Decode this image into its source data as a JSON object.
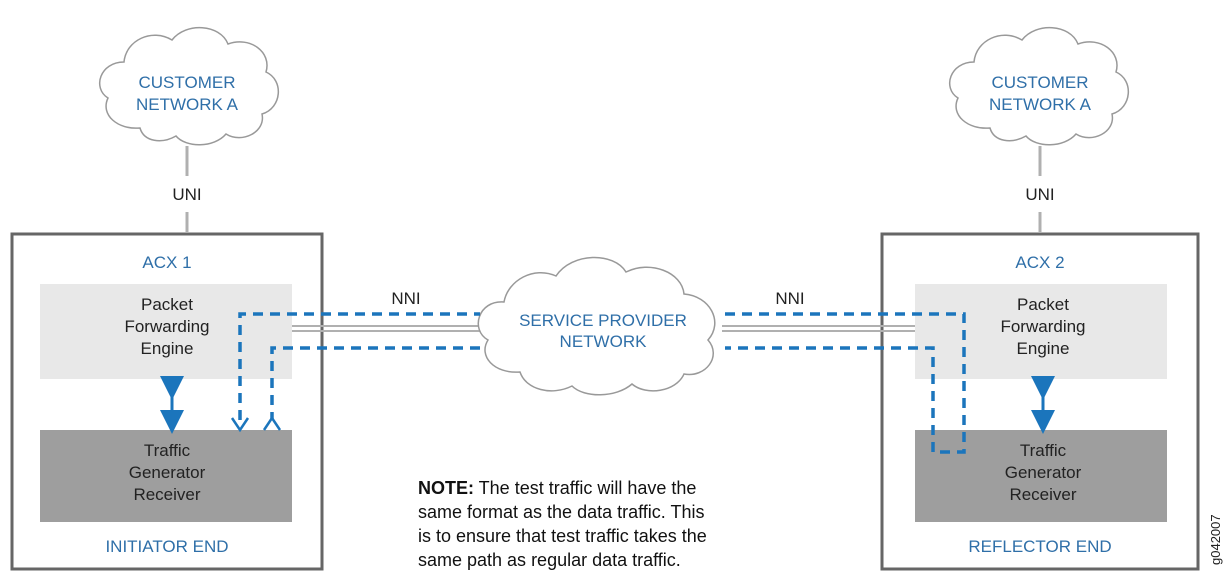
{
  "colors": {
    "accent_text": "#2f6fa8",
    "dashed_path": "#1b75bc",
    "box_border": "#666666",
    "pfe_fill": "#e8e8e8",
    "tgr_fill": "#9e9e9e",
    "cloud_stroke": "#999999",
    "link_line": "#b0b0b0"
  },
  "left_cloud": {
    "line1": "CUSTOMER",
    "line2": "NETWORK A"
  },
  "right_cloud": {
    "line1": "CUSTOMER",
    "line2": "NETWORK A"
  },
  "center_cloud": {
    "line1": "SERVICE PROVIDER",
    "line2": "NETWORK"
  },
  "left_uni": "UNI",
  "right_uni": "UNI",
  "left_nni": "NNI",
  "right_nni": "NNI",
  "left_device": {
    "title": "ACX 1",
    "pfe": {
      "line1": "Packet",
      "line2": "Forwarding",
      "line3": "Engine"
    },
    "tgr": {
      "line1": "Traffic",
      "line2": "Generator",
      "line3": "Receiver"
    },
    "end_label": "INITIATOR END"
  },
  "right_device": {
    "title": "ACX 2",
    "pfe": {
      "line1": "Packet",
      "line2": "Forwarding",
      "line3": "Engine"
    },
    "tgr": {
      "line1": "Traffic",
      "line2": "Generator",
      "line3": "Receiver"
    },
    "end_label": "REFLECTOR END"
  },
  "note": {
    "prefix": "NOTE:",
    "line1_rest": " The test traffic will have the",
    "line2": "same format as the data traffic. This",
    "line3": "is to ensure that test traffic takes the",
    "line4": "same path as regular data traffic."
  },
  "figure_id": "g042007"
}
